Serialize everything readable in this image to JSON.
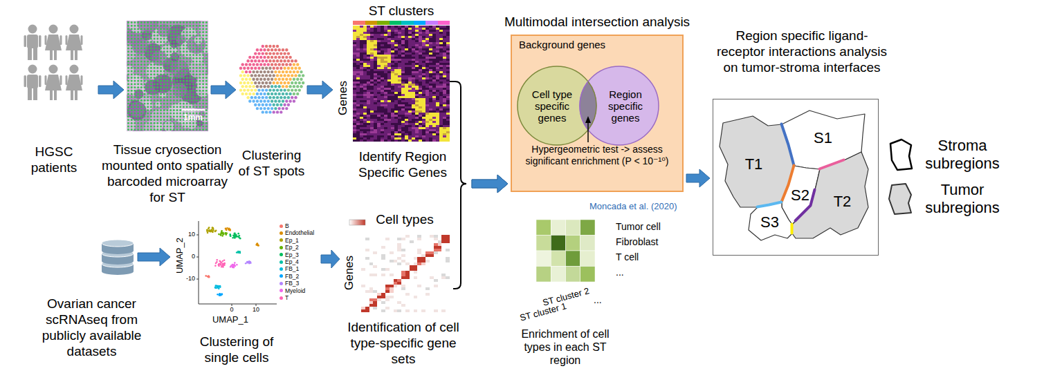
{
  "diagram": {
    "nodes": [
      {
        "text": [
          "HGSC patients"
        ]
      },
      {
        "text": [
          "1mm",
          "Tissue cryosection mounted onto spatially barcoded microarray for ST"
        ]
      },
      {
        "text": [
          "Clustering of ST spots"
        ]
      },
      {
        "text": [
          "ST clusters",
          "Genes",
          "Identify Region Specific Genes"
        ]
      },
      {
        "text": [
          "Ovarian cancer scRNAseq from publicly available datasets"
        ]
      },
      {
        "text": [
          "UMAP_2",
          "UMAP_1",
          "Clustering of single cells"
        ]
      },
      {
        "text": [
          "Cell types",
          "Genes",
          "Identification of cell type-specific gene sets"
        ]
      },
      {
        "text": [
          "Multimodal intersection analysis",
          "Background genes",
          "Hypergeometric test -> assess significant enrichment (P < 10⁻¹⁰)"
        ]
      },
      {
        "text": [
          "Cell type specific genes"
        ],
        "in": 7
      },
      {
        "text": [
          "Region specific genes"
        ],
        "in": 7
      },
      {
        "text": [
          "Enrichment of cell types in each ST region"
        ]
      },
      {
        "text": [
          "Region specific ligand-receptor interactions analysis on tumor-stroma interfaces"
        ]
      },
      {
        "text": [
          "T1"
        ],
        "in": 11
      },
      {
        "text": [
          "S1"
        ],
        "in": 11
      },
      {
        "text": [
          "S2"
        ],
        "in": 11
      },
      {
        "text": [
          "T2"
        ],
        "in": 11
      },
      {
        "text": [
          "S3"
        ],
        "in": 11
      }
    ],
    "edges": [
      {
        "from": 0,
        "to": 1,
        "arrow": "to"
      },
      {
        "from": 1,
        "to": 2,
        "arrow": "to"
      },
      {
        "from": 2,
        "to": 3,
        "arrow": "to"
      },
      {
        "from": 4,
        "to": 5,
        "arrow": "to"
      },
      {
        "from": 5,
        "to": 6,
        "arrow": "to"
      },
      {
        "from": 3,
        "to": 7,
        "arrow": "to"
      },
      {
        "from": 6,
        "to": 7,
        "arrow": "to"
      },
      {
        "from": 7,
        "to": 11,
        "arrow": "to"
      }
    ],
    "labels": [
      "Moncada et al. (2020)",
      "Tumor cell",
      "Fibroblast",
      "T cell",
      "...",
      "ST cluster 1",
      "ST cluster 2",
      "...",
      "10",
      "0",
      "-10",
      "0",
      "10"
    ],
    "legend": [
      {
        "text": "B",
        "color": "#f8766d"
      },
      {
        "text": "Endothelial",
        "color": "#db8e00"
      },
      {
        "text": "Ep_1",
        "color": "#aea200"
      },
      {
        "text": "Ep_2",
        "color": "#64b200"
      },
      {
        "text": "Ep_3",
        "color": "#00bd5c"
      },
      {
        "text": "Ep_4",
        "color": "#00c1a7"
      },
      {
        "text": "FB_1",
        "color": "#00bade"
      },
      {
        "text": "FB_2",
        "color": "#00a6ff"
      },
      {
        "text": "FB_3",
        "color": "#b385ff"
      },
      {
        "text": "Myeloid",
        "color": "#ef67eb"
      },
      {
        "text": "T",
        "color": "#ff63b6"
      },
      {
        "text": "Stroma subregions"
      },
      {
        "text": "Tumor subregions"
      }
    ]
  }
}
